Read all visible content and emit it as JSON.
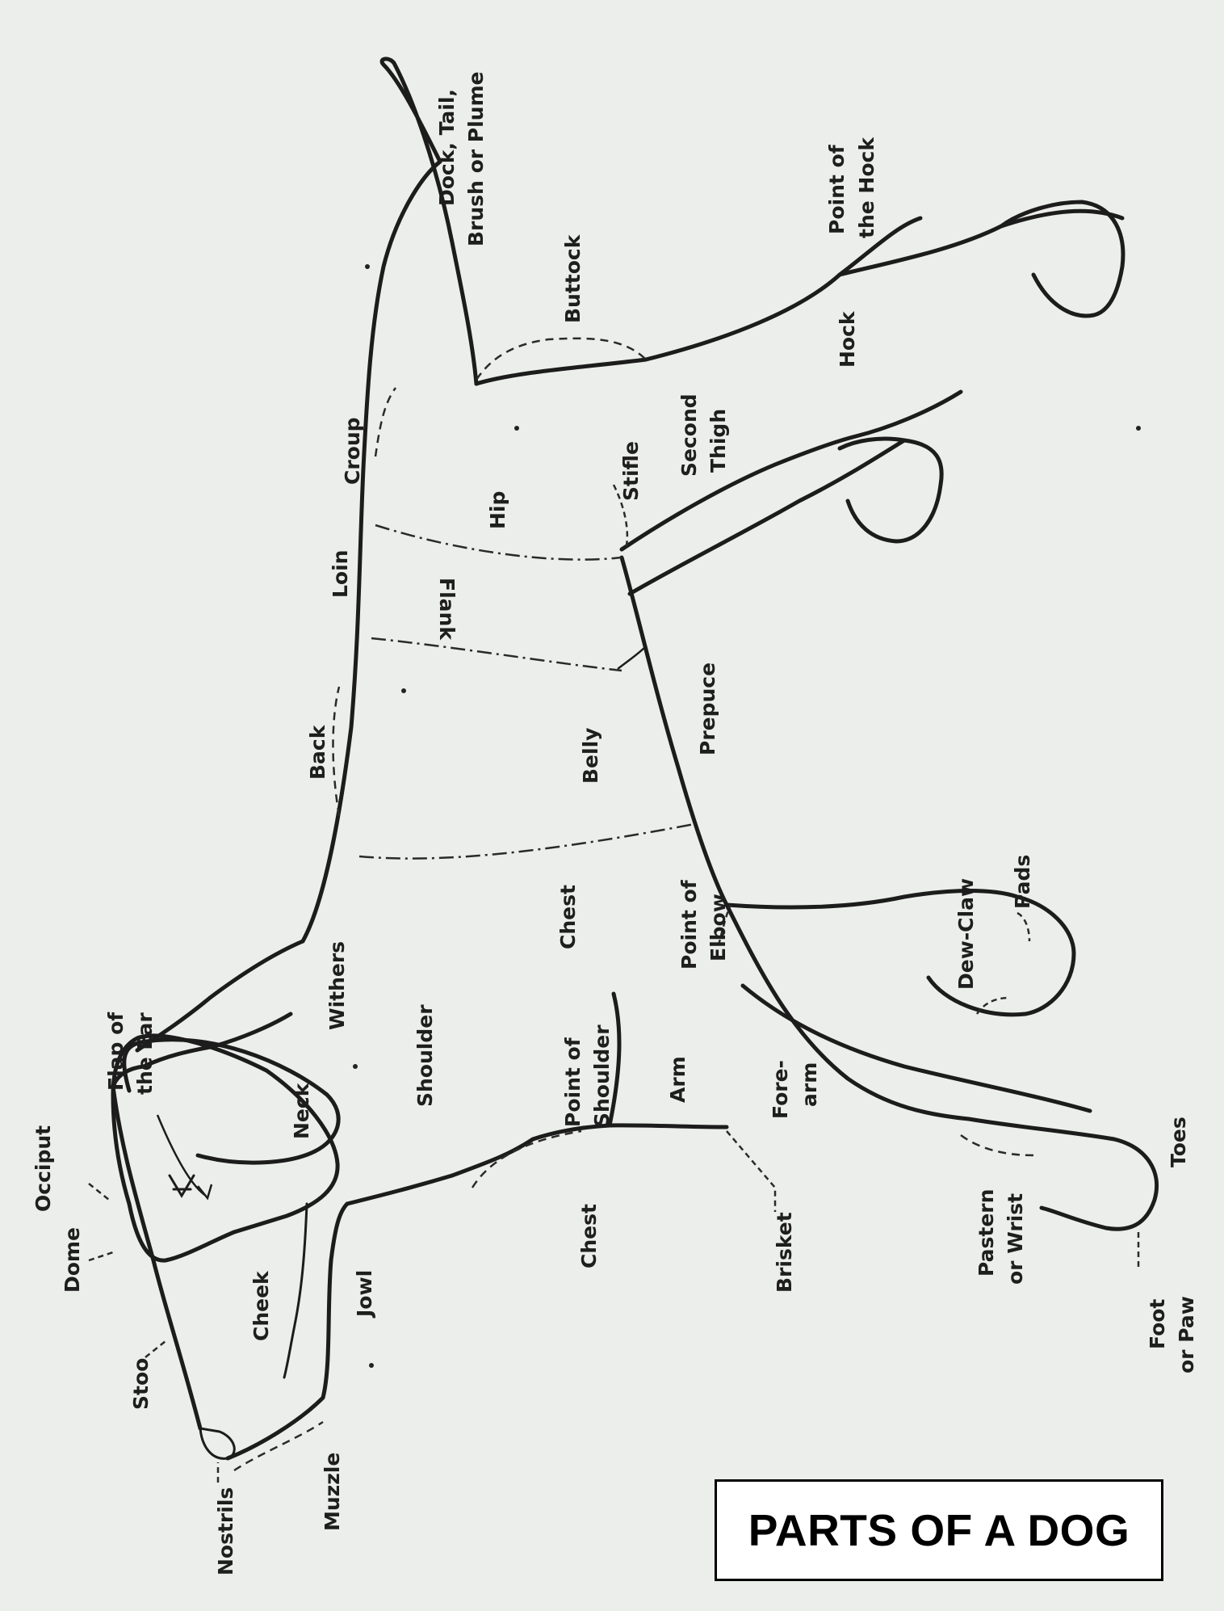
{
  "title": "PARTS OF A DOG",
  "labels": {
    "occiput": "Occiput",
    "dome": "Dome",
    "stop": "Stoo",
    "nostrils": "Nostrils",
    "muzzle": "Muzzle",
    "jowl": "Jowl",
    "cheek": "Cheek",
    "flap_of_the_ear_1": "Flap of",
    "flap_of_the_ear_2": "the Ear",
    "neck": "Neck",
    "withers": "Withers",
    "shoulder": "Shoulder",
    "back": "Back",
    "loin": "Loin",
    "croup": "Croup",
    "dock_1": "Dock, Tail,",
    "dock_2": "Brush or Plume",
    "buttock": "Buttock",
    "point_of_hock_1": "Point of",
    "point_of_hock_2": "the Hock",
    "hock": "Hock",
    "hip": "Hip",
    "second_thigh_1": "Second",
    "second_thigh_2": "Thigh",
    "stifle": "Stifle",
    "flank": "Flank",
    "prepuce": "Prepuce",
    "belly": "Belly",
    "chest_upper": "Chest",
    "point_of_elbow_1": "Point of",
    "point_of_elbow_2": "Elbow",
    "dew_claw": "Dew-Claw",
    "pads": "Pads",
    "point_of_shoulder_1": "Point of",
    "point_of_shoulder_2": "Shoulder",
    "arm": "Arm",
    "fore_arm_1": "Fore-",
    "fore_arm_2": "arm",
    "chest_lower": "Chest",
    "brisket": "Brisket",
    "pastern_1": "Pastern",
    "pastern_2": "or Wrist",
    "toes": "Toes",
    "foot_1": "Foot",
    "foot_2": "or Paw"
  }
}
